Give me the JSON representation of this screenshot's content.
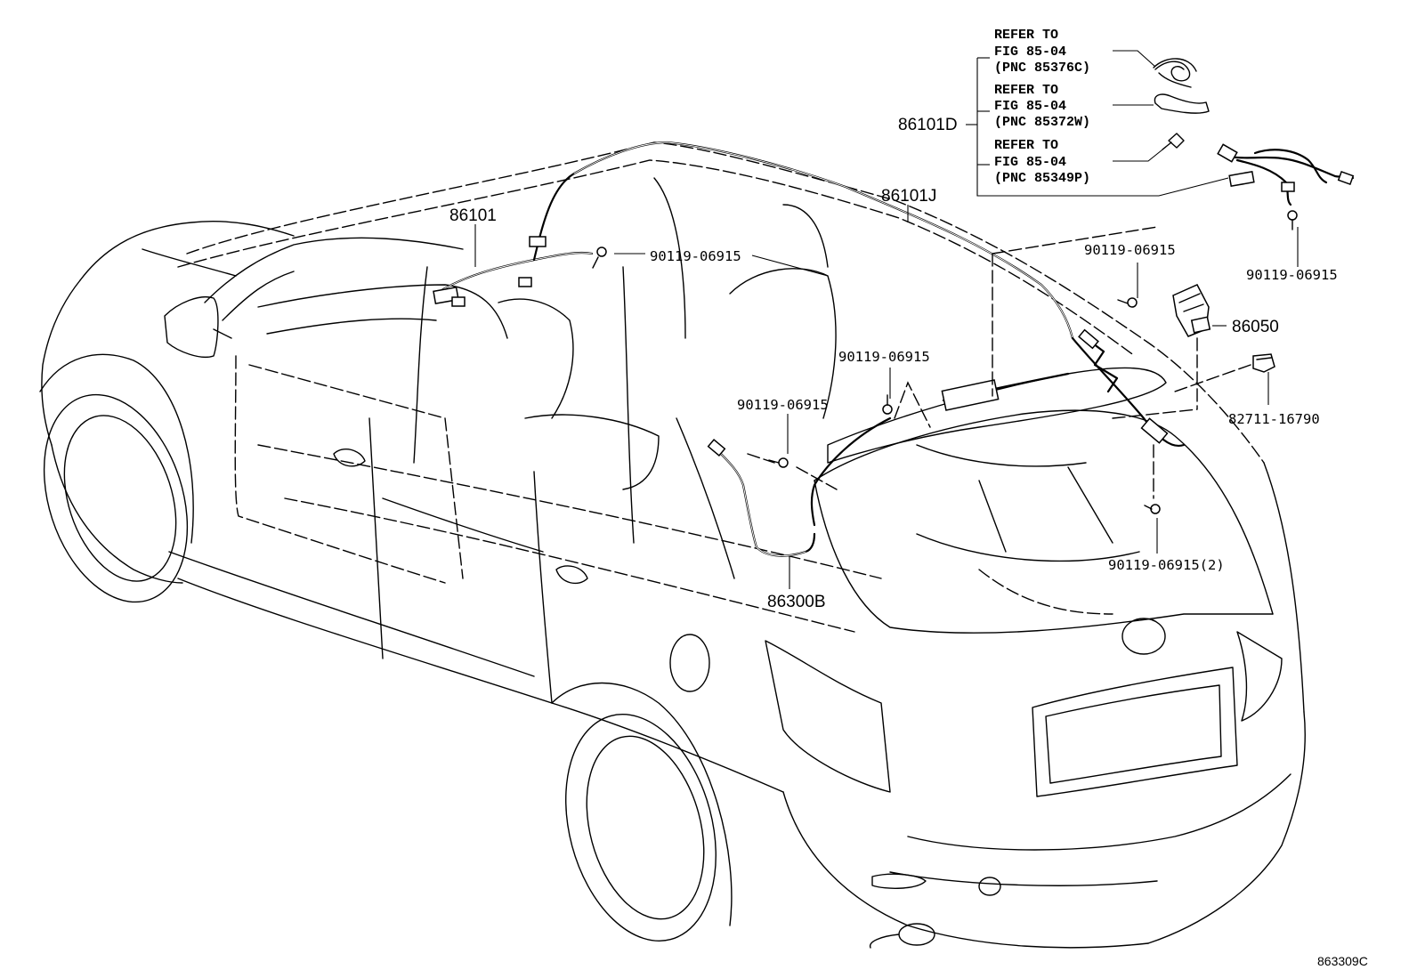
{
  "diagram": {
    "figure_number": "863309C",
    "parts": {
      "harness_86101": "86101",
      "harness_86101J": "86101J",
      "harness_86101D": "86101D",
      "harness_86300B": "86300B",
      "part_86050": "86050",
      "clip_82711": "82711-16790",
      "bolt_front": "90119-06915",
      "bolt_top_right": "90119-06915",
      "bolt_far_right": "90119-06915",
      "bolt_center": "90119-06915",
      "bolt_mid": "90119-06915",
      "bolt_lower_right": "90119-06915(2)"
    },
    "references": [
      {
        "line1": "REFER TO",
        "line2": "FIG 85-04",
        "line3": "(PNC 85376C)"
      },
      {
        "line1": "REFER TO",
        "line2": "FIG 85-04",
        "line3": "(PNC 85372W)"
      },
      {
        "line1": "REFER TO",
        "line2": "FIG 85-04",
        "line3": "(PNC 85349P)"
      }
    ]
  }
}
